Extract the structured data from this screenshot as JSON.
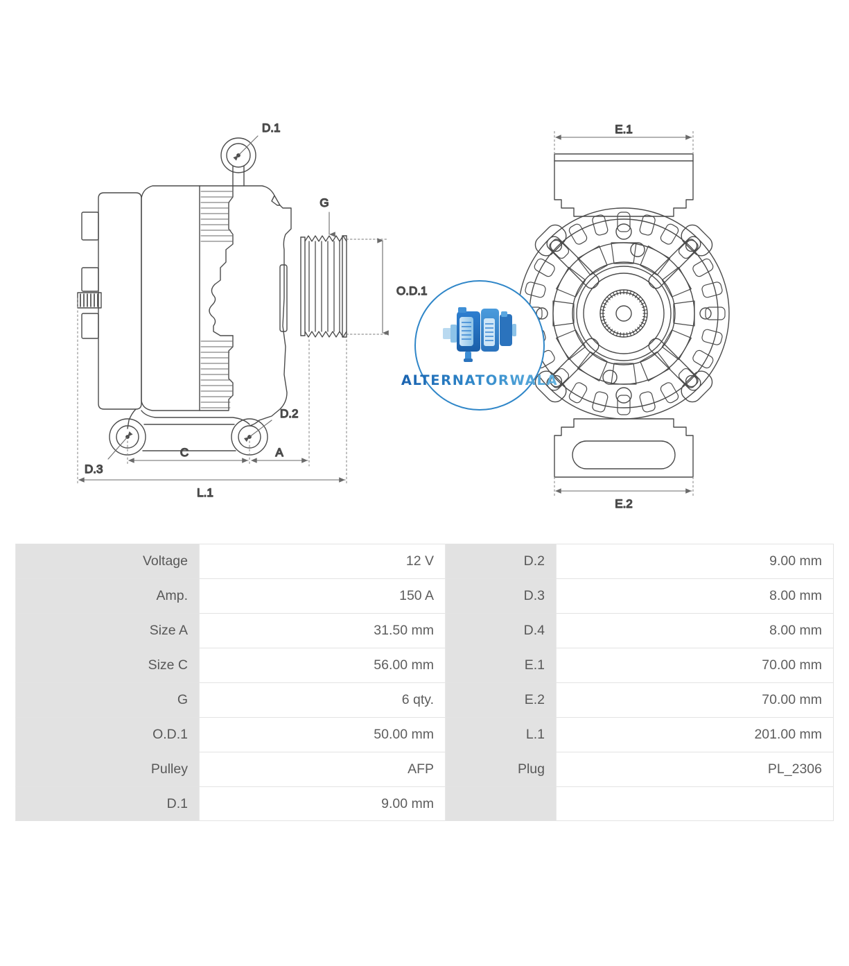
{
  "drawing": {
    "left_view": {
      "name": "alternator-side-section-view",
      "labels": [
        {
          "id": "D.1",
          "text": "D.1"
        },
        {
          "id": "D.2",
          "text": "D.2"
        },
        {
          "id": "D.3",
          "text": "D.3"
        },
        {
          "id": "G",
          "text": "G"
        },
        {
          "id": "OD1",
          "text": "O.D.1"
        },
        {
          "id": "A",
          "text": "A"
        },
        {
          "id": "C",
          "text": "C"
        },
        {
          "id": "L1",
          "text": "L.1"
        }
      ]
    },
    "right_view": {
      "name": "alternator-rear-end-view",
      "labels": [
        {
          "id": "E.1",
          "text": "E.1"
        },
        {
          "id": "E.2",
          "text": "E.2"
        }
      ]
    }
  },
  "watermark": {
    "brand": "ALTERNATORWALA",
    "icon": "alternator-icon",
    "ring_color": "#2f86c8",
    "text_color_start": "#1a63b0",
    "text_color_end": "#63b3e0"
  },
  "spec_table": {
    "rows": [
      {
        "label_left": "Voltage",
        "value_left": "12 V",
        "label_right": "D.2",
        "value_right": "9.00 mm"
      },
      {
        "label_left": "Amp.",
        "value_left": "150 A",
        "label_right": "D.3",
        "value_right": "8.00 mm"
      },
      {
        "label_left": "Size A",
        "value_left": "31.50 mm",
        "label_right": "D.4",
        "value_right": "8.00 mm"
      },
      {
        "label_left": "Size C",
        "value_left": "56.00 mm",
        "label_right": "E.1",
        "value_right": "70.00 mm"
      },
      {
        "label_left": "G",
        "value_left": "6 qty.",
        "label_right": "E.2",
        "value_right": "70.00 mm"
      },
      {
        "label_left": "O.D.1",
        "value_left": "50.00 mm",
        "label_right": "L.1",
        "value_right": "201.00 mm"
      },
      {
        "label_left": "Pulley",
        "value_left": "AFP",
        "label_right": "Plug",
        "value_right": "PL_2306"
      },
      {
        "label_left": "D.1",
        "value_left": "9.00 mm",
        "label_right": "",
        "value_right": ""
      }
    ]
  }
}
